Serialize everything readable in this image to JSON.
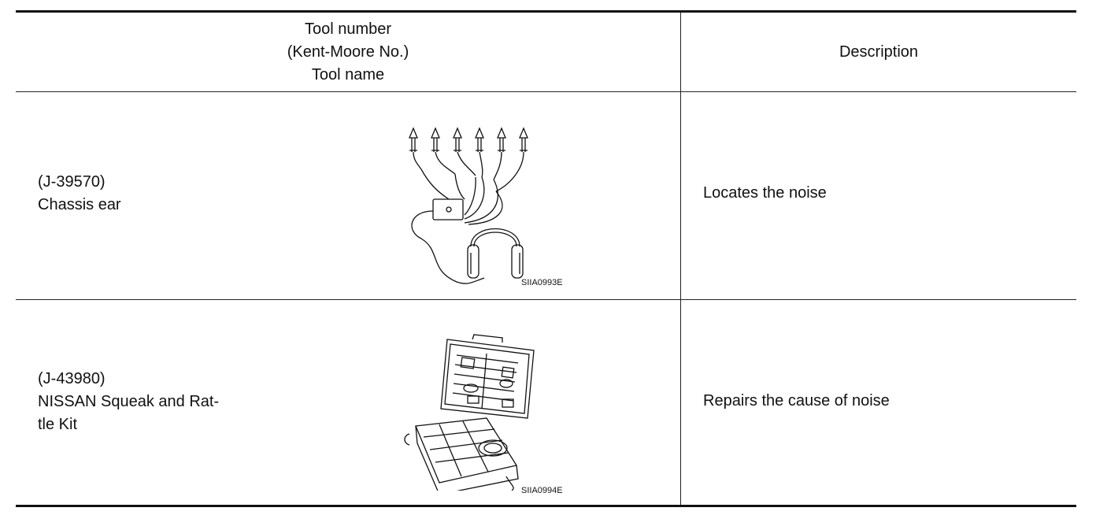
{
  "header": {
    "tool_col_line1": "Tool number",
    "tool_col_line2": "(Kent-Moore No.)",
    "tool_col_line3": "Tool name",
    "description_col": "Description"
  },
  "rows": [
    {
      "tool_number": "(J-39570)",
      "tool_name_line1": "Chassis ear",
      "figure_code": "SIIA0993E",
      "figure_icon": "chassis-ear-illustration",
      "description": "Locates the noise"
    },
    {
      "tool_number": "(J-43980)",
      "tool_name_line1": "NISSAN Squeak and Rat-",
      "tool_name_line2": "tle Kit",
      "figure_code": "SIIA0994E",
      "figure_icon": "squeak-rattle-kit-illustration",
      "description": "Repairs the cause of noise"
    }
  ]
}
